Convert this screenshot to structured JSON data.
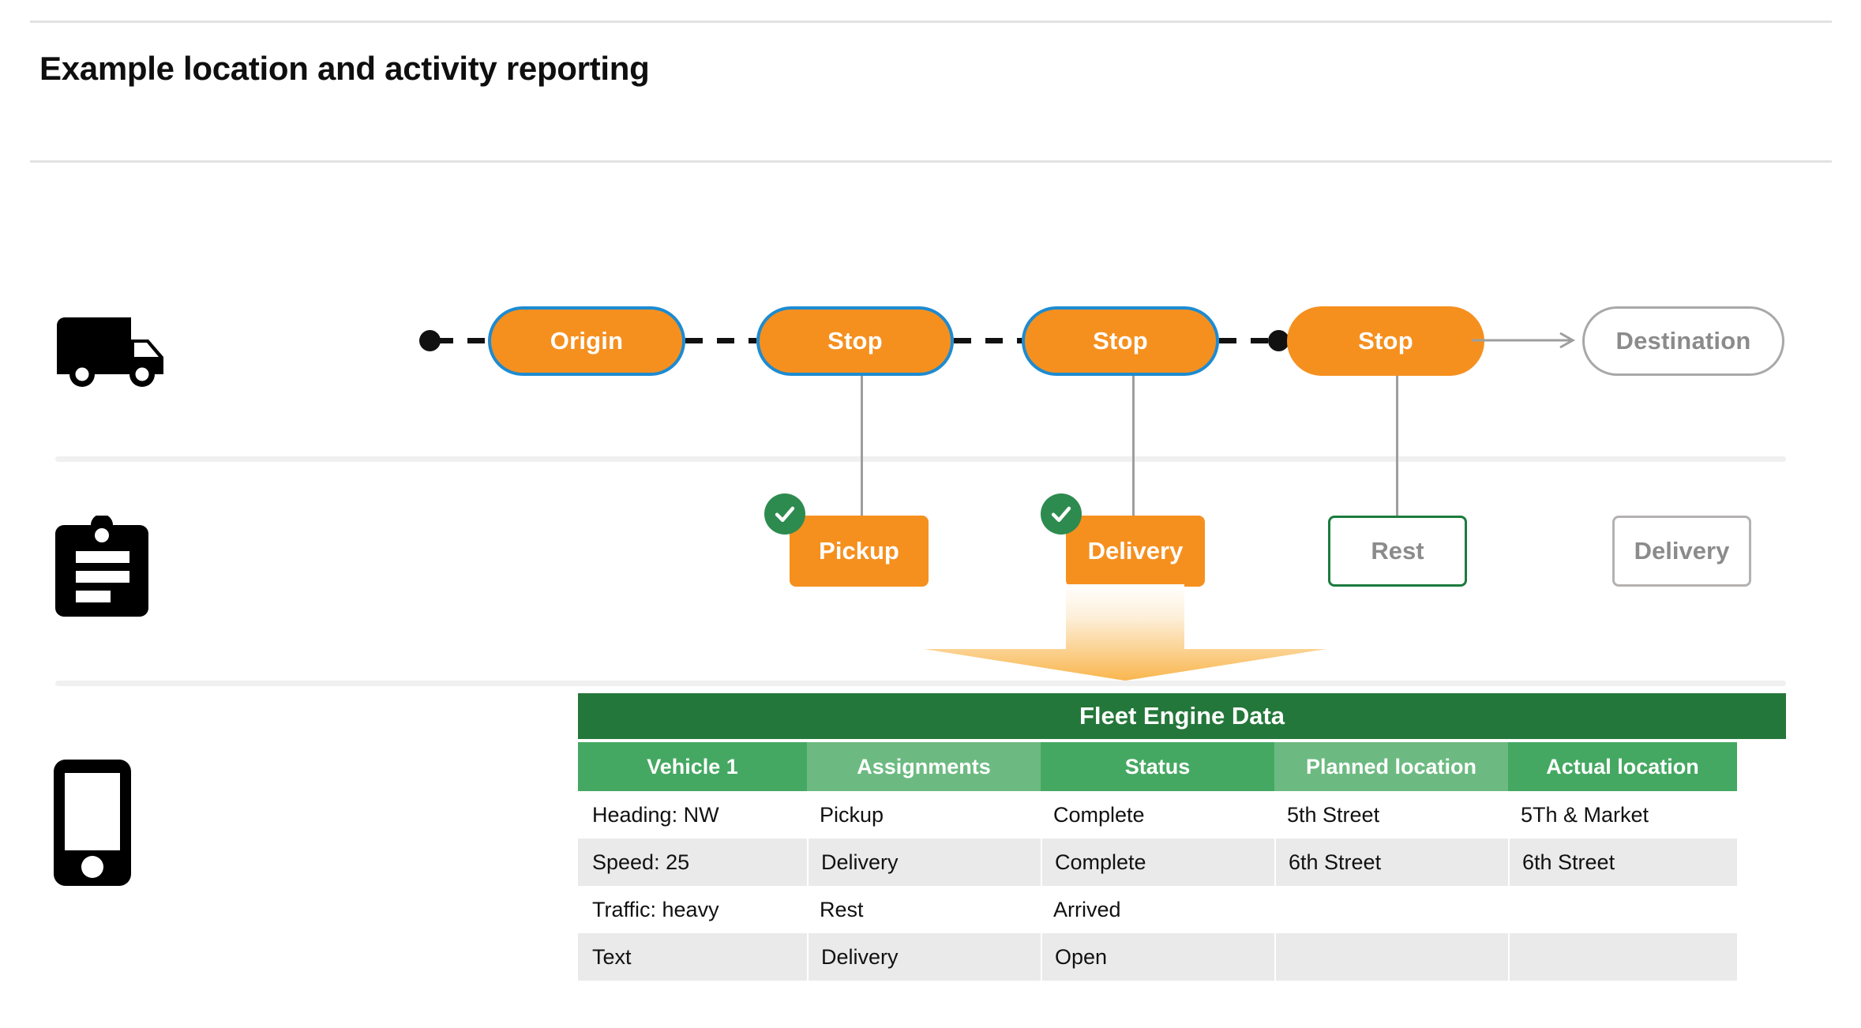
{
  "header": {
    "title": "Example location and activity reporting"
  },
  "rails": [
    {
      "icon": "truck-icon",
      "label": "vehicle"
    },
    {
      "icon": "clipboard-icon",
      "label": "assignments"
    },
    {
      "icon": "phone-icon",
      "label": "device"
    }
  ],
  "route": {
    "nodes": [
      {
        "label": "Origin",
        "style": "filled-bordered"
      },
      {
        "label": "Stop",
        "style": "filled-bordered"
      },
      {
        "label": "Stop",
        "style": "filled-bordered"
      },
      {
        "label": "Stop",
        "style": "filled"
      },
      {
        "label": "Destination",
        "style": "ghost"
      }
    ]
  },
  "activities": [
    {
      "label": "Pickup",
      "style": "filled",
      "completed": true
    },
    {
      "label": "Delivery",
      "style": "filled",
      "completed": true
    },
    {
      "label": "Rest",
      "style": "outline-green",
      "completed": false
    },
    {
      "label": "Delivery",
      "style": "outline-gray",
      "completed": false
    }
  ],
  "table": {
    "title": "Fleet Engine Data",
    "columns": [
      "Vehicle 1",
      "Assignments",
      "Status",
      "Planned location",
      "Actual location"
    ],
    "rows": [
      [
        "Heading: NW",
        "Pickup",
        "Complete",
        "5th Street",
        "5Th & Market"
      ],
      [
        "Speed: 25",
        "Delivery",
        "Complete",
        "6th Street",
        "6th Street"
      ],
      [
        "Traffic: heavy",
        "Rest",
        "Arrived",
        "",
        ""
      ],
      [
        "Text",
        "Delivery",
        "Open",
        "",
        ""
      ]
    ]
  },
  "colors": {
    "orange": "#f5901f",
    "blue_border": "#1d8bd1",
    "green_dark": "#24773a",
    "green_head_a": "#45a862",
    "green_head_b": "#6cba81",
    "check_green": "#2e8b4f",
    "gray_text": "#8b8b8b",
    "row_alt": "#eaeaea"
  }
}
